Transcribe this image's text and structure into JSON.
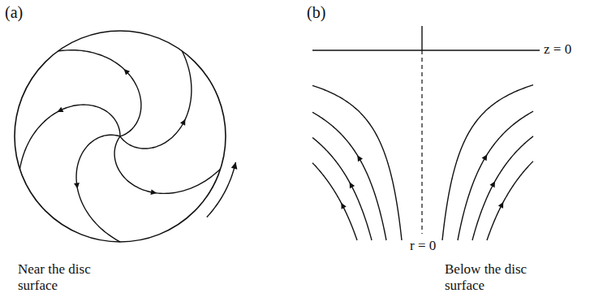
{
  "diagram": {
    "labels": [
      "(a)",
      "(b)",
      "Near the disc surface",
      "Below the disc surface",
      "z = 0",
      "r = 0"
    ]
  }
}
